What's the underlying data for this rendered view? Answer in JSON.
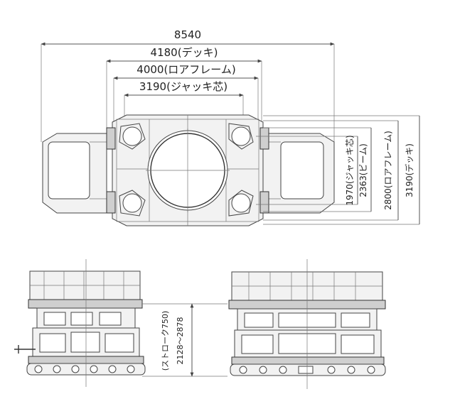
{
  "plan_view": {
    "dims_horizontal": {
      "overall": "8540",
      "deck": "4180(デッキ)",
      "lower_frame": "4000(ロアフレーム)",
      "jack_center": "3190(ジャッキ芯)"
    },
    "dims_vertical": {
      "jack_center": "1970(ジャッキ芯)",
      "beam": "2363(ビーム)",
      "lower_frame": "2800(ロアフレーム)",
      "deck": "3190(デッキ)"
    }
  },
  "elevation_view": {
    "stroke_label": "(ストローク750)",
    "height_range": "2128～2878"
  }
}
